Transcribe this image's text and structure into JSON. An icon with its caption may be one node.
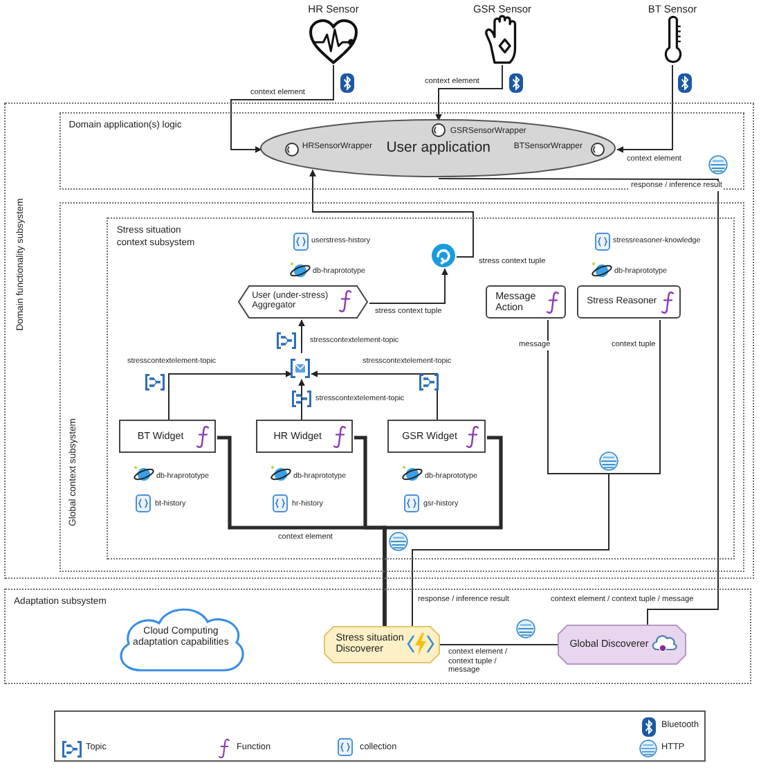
{
  "diagram": {
    "nodes": [
      {
        "text": [
          "Domain functionality subsystem"
        ]
      },
      {
        "text": [
          "Domain application(s) logic"
        ],
        "in": 0
      },
      {
        "text": [
          "Global context subsystem"
        ],
        "in": 0
      },
      {
        "text": [
          "Stress situation context subsystem"
        ],
        "in": 2
      },
      {
        "text": [
          "Adaptation subsystem"
        ]
      },
      {
        "text": [
          "HR Sensor"
        ]
      },
      {
        "text": [
          "GSR Sensor"
        ]
      },
      {
        "text": [
          "BT Sensor"
        ]
      },
      {
        "text": [
          "HRSensorWrapper",
          "GSRSensorWrapper",
          "User application",
          "BTSensorWrapper"
        ],
        "in": 1
      },
      {
        "text": [
          "User (under-stress) Aggregator"
        ],
        "in": 3
      },
      {
        "text": [],
        "shape": "circle",
        "in": 3
      },
      {
        "text": [
          "Message Action"
        ],
        "in": 3
      },
      {
        "text": [
          "Stress Reasoner"
        ],
        "in": 3
      },
      {
        "text": [],
        "shape": "box",
        "in": 3
      },
      {
        "text": [
          "BT Widget"
        ],
        "in": 3
      },
      {
        "text": [
          "HR Widget"
        ],
        "in": 3
      },
      {
        "text": [
          "GSR Widget"
        ],
        "in": 3
      },
      {
        "text": [
          "Stress situation Discoverer"
        ],
        "in": 4
      },
      {
        "text": [
          "Cloud Computing adaptation capabilities"
        ],
        "in": 4
      },
      {
        "text": [
          "Global Discoverer"
        ],
        "in": 4
      }
    ],
    "edges": [
      {
        "from": 5,
        "to": 8,
        "arrow": "to",
        "label": "context element"
      },
      {
        "from": 6,
        "to": 8,
        "arrow": "to",
        "label": "context element"
      },
      {
        "from": 7,
        "to": 8,
        "arrow": "to",
        "label": "context element"
      },
      {
        "from": 19,
        "to": 8,
        "arrow": "none",
        "label": "response / inference result"
      },
      {
        "from": 10,
        "to": 8,
        "arrow": "to",
        "label": "stress context tuple"
      },
      {
        "from": 9,
        "to": 10,
        "arrow": "to",
        "label": "stress context tuple"
      },
      {
        "from": 13,
        "to": 9,
        "arrow": "to"
      },
      {
        "from": 14,
        "to": 13,
        "arrow": "to"
      },
      {
        "from": 15,
        "to": 13,
        "arrow": "to"
      },
      {
        "from": 16,
        "to": 13,
        "arrow": "to"
      },
      {
        "from": 14,
        "to": 17,
        "arrow": "none",
        "style": "thick",
        "label": "context element"
      },
      {
        "from": 15,
        "to": 17,
        "arrow": "none",
        "style": "thick"
      },
      {
        "from": 16,
        "to": 17,
        "arrow": "none",
        "style": "thick"
      },
      {
        "from": 11,
        "to": 17,
        "arrow": "none",
        "label": "message"
      },
      {
        "from": 12,
        "to": 17,
        "arrow": "none",
        "label": "context tuple"
      },
      {
        "from": 17,
        "to": 19,
        "arrow": "none",
        "label": "context element / context tuple / message"
      }
    ],
    "labels": [
      "userstress-history",
      "db-hraprototype",
      "stressreasoner-knowledge",
      "db-hraprototype",
      "stresscontextelement-topic",
      "stresscontextelement-topic",
      "stresscontextelement-topic",
      "stresscontextelement-topic",
      "db-hraprototype",
      "bt-history",
      "db-hraprototype",
      "hr-history",
      "db-hraprototype",
      "gsr-history",
      "response / inference result",
      "context element / context tuple / message"
    ],
    "legend": [
      {
        "text": "Topic"
      },
      {
        "text": "Function"
      },
      {
        "text": "collection"
      },
      {
        "text": "Bluetooth"
      },
      {
        "text": "HTTP"
      }
    ]
  }
}
